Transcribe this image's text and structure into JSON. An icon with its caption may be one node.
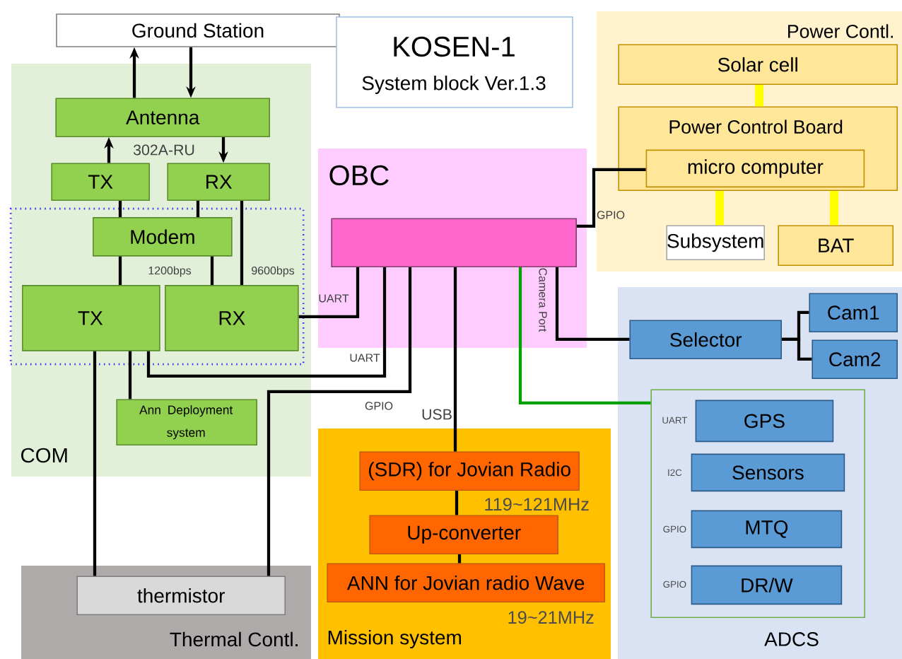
{
  "diagram": {
    "nodes": [
      {
        "text": [
          "Ground Station"
        ]
      },
      {
        "text": [
          "KOSEN-1",
          "System block Ver.1.3"
        ]
      },
      {
        "text": [
          "Power Contl."
        ]
      },
      {
        "text": [
          "Solar cell"
        ],
        "in": 2
      },
      {
        "text": [
          "Power Control Board"
        ],
        "in": 2
      },
      {
        "text": [
          "micro computer"
        ],
        "in": 4
      },
      {
        "text": [
          "Subsystem"
        ],
        "in": 2
      },
      {
        "text": [
          "BAT"
        ],
        "in": 2
      },
      {
        "text": [
          "COM"
        ]
      },
      {
        "text": [
          "Antenna"
        ],
        "in": 8
      },
      {
        "text": [
          "TX"
        ],
        "in": 8
      },
      {
        "text": [
          "RX"
        ],
        "in": 8
      },
      {
        "text": [],
        "shape": "box",
        "in": 8
      },
      {
        "text": [
          "Modem"
        ],
        "in": 12
      },
      {
        "text": [
          "TX"
        ],
        "in": 12
      },
      {
        "text": [
          "RX"
        ],
        "in": 12
      },
      {
        "text": [
          "Ann Deployment system"
        ],
        "in": 8
      },
      {
        "text": [
          "Thermal Contl."
        ]
      },
      {
        "text": [
          "thermistor"
        ],
        "in": 17
      },
      {
        "text": [
          "OBC"
        ]
      },
      {
        "text": [],
        "shape": "box",
        "in": 19
      },
      {
        "text": [
          "Mission system"
        ]
      },
      {
        "text": [
          "(SDR) for Jovian Radio"
        ],
        "in": 21,
        "beside": [
          "119~121MHz"
        ]
      },
      {
        "text": [
          "Up-converter"
        ],
        "in": 21
      },
      {
        "text": [
          "ANN for Jovian radio Wave"
        ],
        "in": 21,
        "beside": [
          "19~21MHz"
        ]
      },
      {
        "text": [
          "ADCS"
        ]
      },
      {
        "text": [
          "Selector"
        ],
        "in": 25
      },
      {
        "text": [
          "Cam1"
        ],
        "in": 25
      },
      {
        "text": [
          "Cam2"
        ],
        "in": 25
      },
      {
        "text": [],
        "shape": "box",
        "in": 25
      },
      {
        "text": [
          "GPS"
        ],
        "in": 29,
        "beside": [
          "UART"
        ]
      },
      {
        "text": [
          "Sensors"
        ],
        "in": 29,
        "beside": [
          "I2C"
        ]
      },
      {
        "text": [
          "MTQ"
        ],
        "in": 29,
        "beside": [
          "GPIO"
        ]
      },
      {
        "text": [
          "DR/W"
        ],
        "in": 29,
        "beside": [
          "GPIO"
        ]
      }
    ],
    "edges": [
      {
        "from": 9,
        "to": 0,
        "arrow": "to"
      },
      {
        "from": 0,
        "to": 9,
        "arrow": "to"
      },
      {
        "from": 10,
        "to": 9,
        "arrow": "to"
      },
      {
        "from": 9,
        "to": 11,
        "arrow": "to"
      },
      {
        "from": 10,
        "to": 13,
        "arrow": "none"
      },
      {
        "from": 11,
        "to": 13,
        "arrow": "none"
      },
      {
        "from": 13,
        "to": 14,
        "arrow": "none",
        "label": "1200bps"
      },
      {
        "from": 13,
        "to": 15,
        "arrow": "none"
      },
      {
        "from": 11,
        "to": 15,
        "arrow": "none",
        "label": "9600bps"
      },
      {
        "from": 15,
        "to": 20,
        "arrow": "none",
        "label": "UART"
      },
      {
        "from": 14,
        "to": 20,
        "arrow": "none",
        "label": "UART"
      },
      {
        "from": 14,
        "to": 16,
        "arrow": "none"
      },
      {
        "from": 14,
        "to": 18,
        "arrow": "none"
      },
      {
        "from": 18,
        "to": 20,
        "arrow": "none",
        "label": "GPIO"
      },
      {
        "from": 20,
        "to": 22,
        "arrow": "none",
        "label": "USB"
      },
      {
        "from": 22,
        "to": 23,
        "arrow": "none"
      },
      {
        "from": 23,
        "to": 24,
        "arrow": "none"
      },
      {
        "from": 20,
        "to": 5,
        "arrow": "none",
        "label": "GPIO"
      },
      {
        "from": 20,
        "to": 26,
        "arrow": "none",
        "label": "Camera Port"
      },
      {
        "from": 20,
        "to": 29,
        "arrow": "none",
        "color": "#00a000"
      },
      {
        "from": 3,
        "to": 4,
        "arrow": "none",
        "style": "thick",
        "color": "#ffff00"
      },
      {
        "from": 4,
        "to": 6,
        "arrow": "none",
        "style": "thick",
        "color": "#ffff00"
      },
      {
        "from": 4,
        "to": 7,
        "arrow": "none",
        "style": "thick",
        "color": "#ffff00"
      },
      {
        "from": 26,
        "to": 27,
        "arrow": "none"
      },
      {
        "from": 26,
        "to": 28,
        "arrow": "none"
      }
    ],
    "labels": [
      "302A-RU"
    ]
  }
}
